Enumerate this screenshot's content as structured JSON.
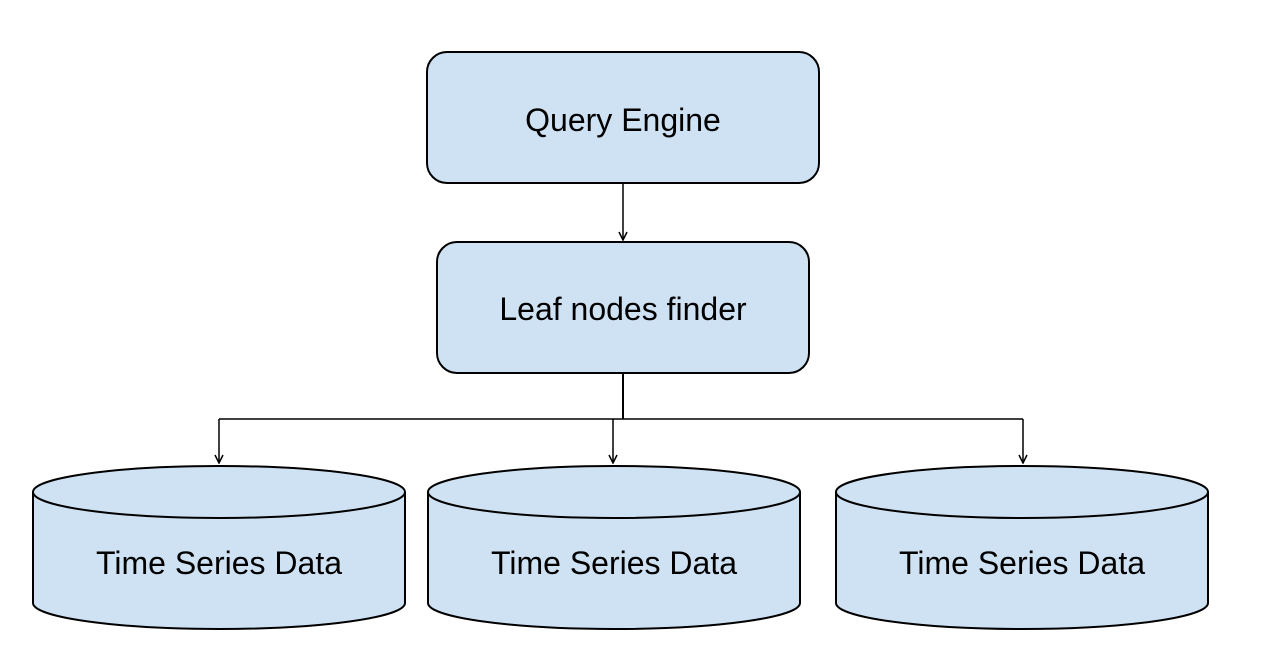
{
  "diagram": {
    "nodes": {
      "query_engine": {
        "label": "Query Engine"
      },
      "leaf_finder": {
        "label": "Leaf nodes finder"
      },
      "datastores": [
        {
          "label": "Time Series Data"
        },
        {
          "label": "Time Series Data"
        },
        {
          "label": "Time Series Data"
        }
      ]
    },
    "edges": [
      {
        "from": "Query Engine",
        "to": "Leaf nodes finder"
      },
      {
        "from": "Leaf nodes finder",
        "to": "Time Series Data"
      },
      {
        "from": "Leaf nodes finder",
        "to": "Time Series Data"
      },
      {
        "from": "Leaf nodes finder",
        "to": "Time Series Data"
      }
    ],
    "colors": {
      "node_fill": "#cfe2f3",
      "stroke": "#000000",
      "background": "#ffffff"
    }
  }
}
